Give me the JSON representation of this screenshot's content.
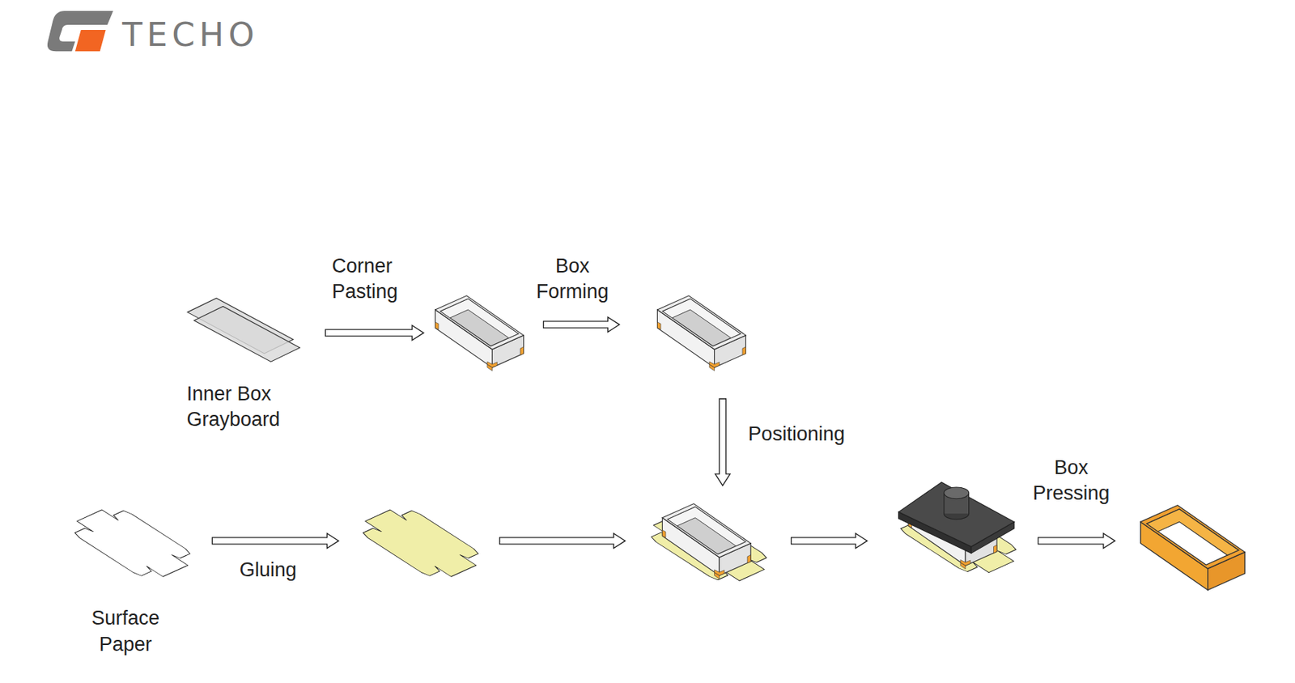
{
  "diagram": {
    "labels": [
      "TECHO",
      "Corner Pasting",
      "Box Forming",
      "Inner Box Grayboard",
      "Positioning",
      "Surface Paper",
      "Gluing",
      "Box Pressing"
    ]
  }
}
